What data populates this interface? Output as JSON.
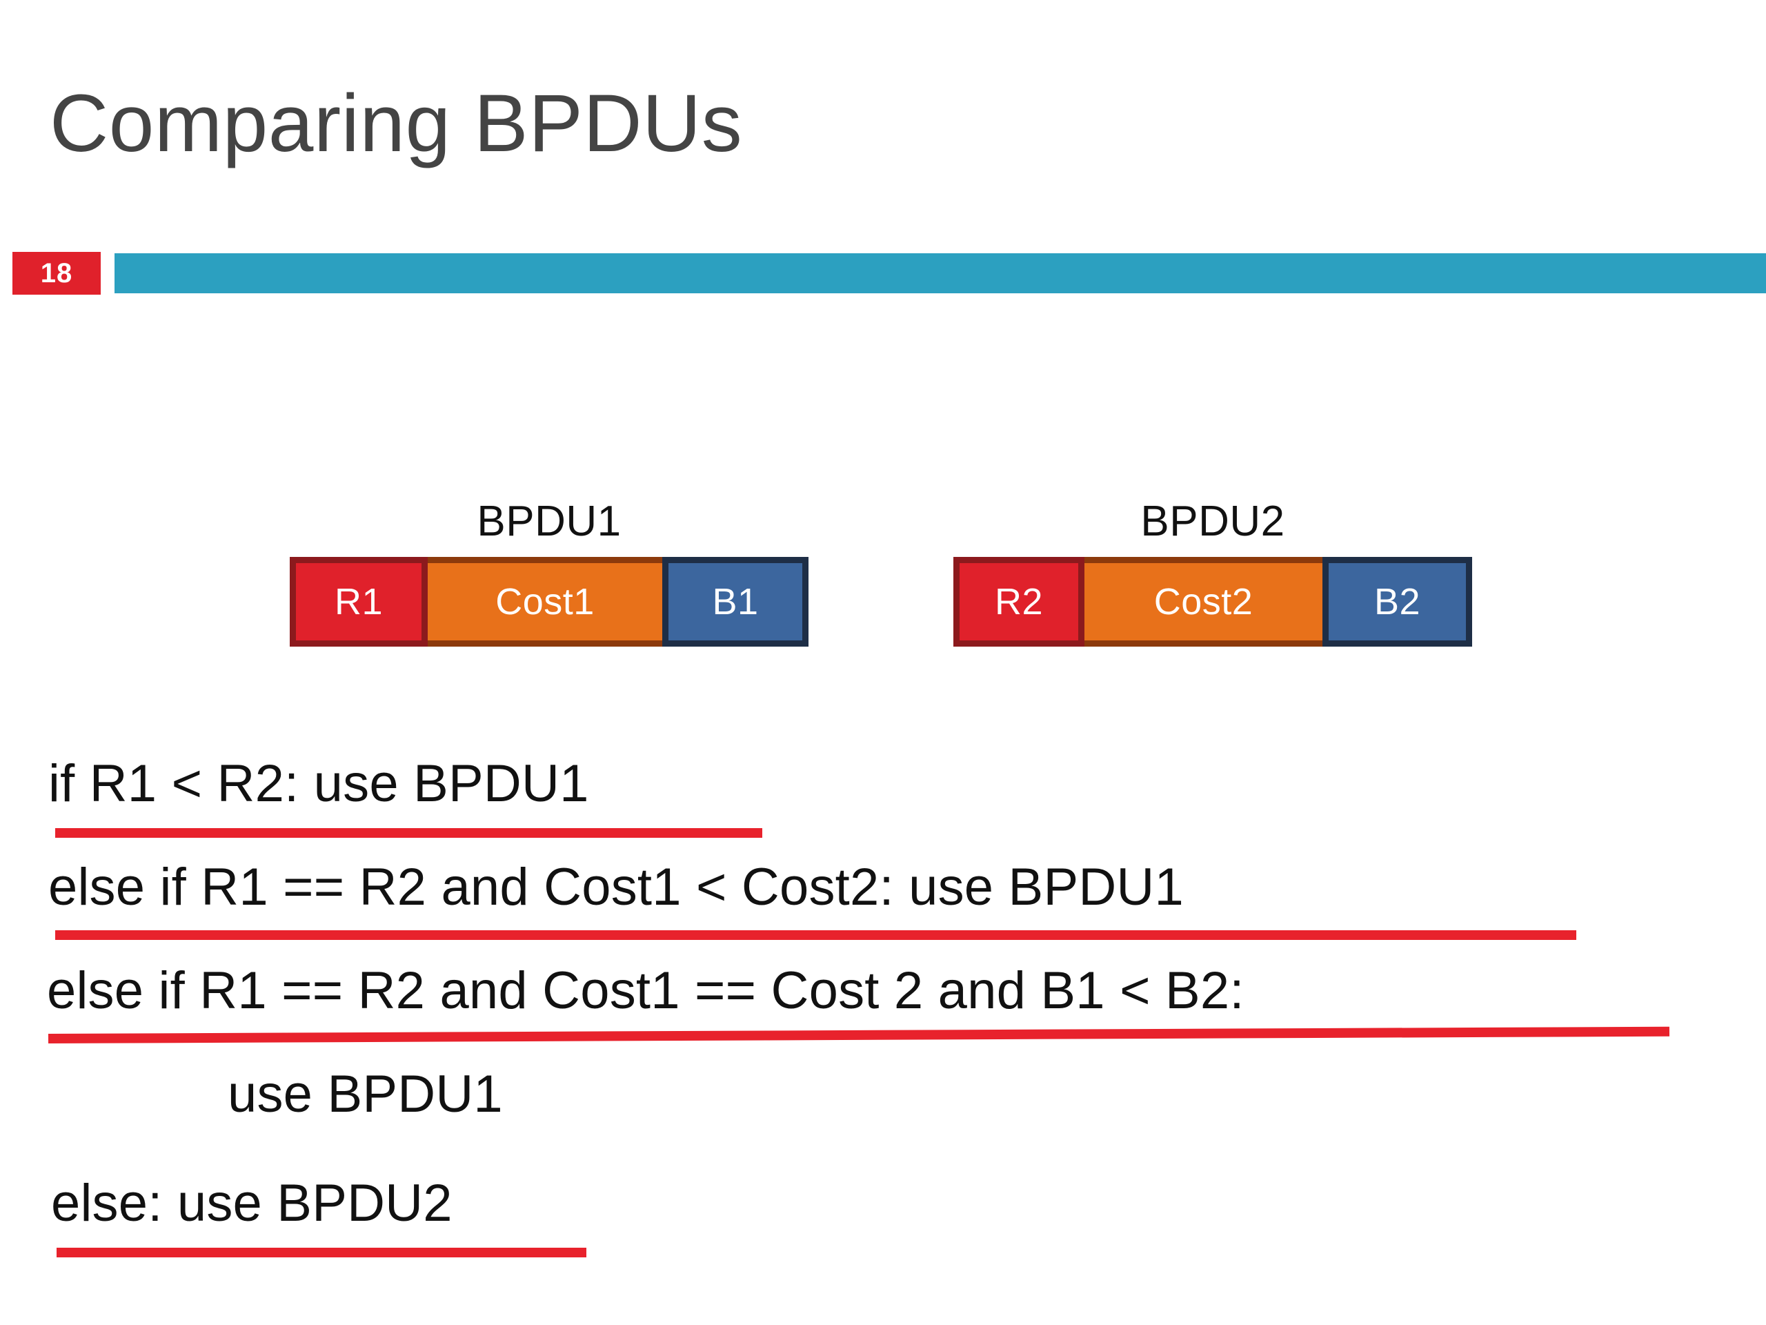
{
  "slide": {
    "title": "Comparing BPDUs",
    "number": "18",
    "accent_teal": "#2CA0C0",
    "accent_red": "#E0212B",
    "title_color": "#444444"
  },
  "diagrams": [
    {
      "caption": "BPDU1",
      "fields": [
        {
          "label": "R1",
          "role": "root-id",
          "color": "#E0212B",
          "border": "#8C1A1D"
        },
        {
          "label": "Cost1",
          "role": "root-path-cost",
          "color": "#E8711A",
          "border": "#8C3A0C"
        },
        {
          "label": "B1",
          "role": "bridge-id",
          "color": "#3C669E",
          "border": "#1E2E46"
        }
      ]
    },
    {
      "caption": "BPDU2",
      "fields": [
        {
          "label": "R2",
          "role": "root-id",
          "color": "#E0212B",
          "border": "#8C1A1D"
        },
        {
          "label": "Cost2",
          "role": "root-path-cost",
          "color": "#E8711A",
          "border": "#8C3A0C"
        },
        {
          "label": "B2",
          "role": "bridge-id",
          "color": "#3C669E",
          "border": "#1E2E46"
        }
      ]
    }
  ],
  "pseudocode": {
    "underline_color": "#E8222C",
    "lines": [
      {
        "text": "if R1 < R2: use BPDU1",
        "underlined": true
      },
      {
        "text": "else if R1 == R2 and Cost1 < Cost2: use BPDU1",
        "underlined": true
      },
      {
        "text": "else if R1 == R2 and Cost1 == Cost 2 and B1 < B2:",
        "underlined": true
      },
      {
        "text": "use BPDU1",
        "underlined": false
      },
      {
        "text": "else: use BPDU2",
        "underlined": true
      }
    ]
  }
}
